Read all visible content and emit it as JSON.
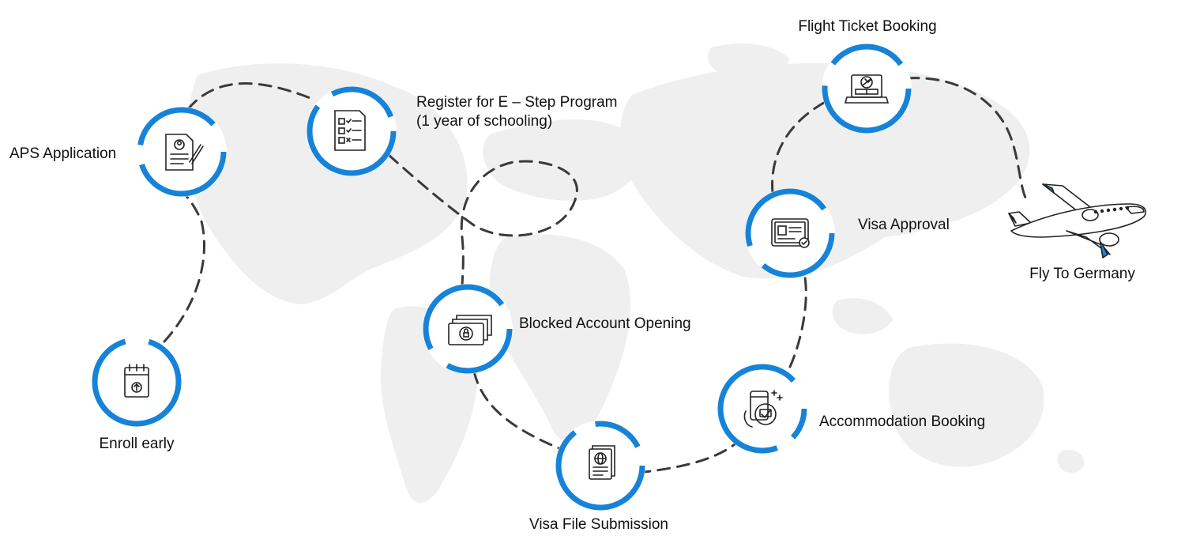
{
  "colors": {
    "ring": "#1683D9",
    "path": "#3a3a3a",
    "map": "#efefef",
    "icon": "#222222",
    "text": "#111111"
  },
  "steps": [
    {
      "id": "enroll",
      "label": "Enroll early",
      "icon": "notepad-upload-icon"
    },
    {
      "id": "aps",
      "label": "APS Application",
      "icon": "document-profile-icon"
    },
    {
      "id": "estep",
      "label": "Register for E – Step Program",
      "label2": "(1 year of schooling)",
      "icon": "checklist-icon"
    },
    {
      "id": "blocked",
      "label": "Blocked Account Opening",
      "icon": "locked-money-icon"
    },
    {
      "id": "visafile",
      "label": "Visa File Submission",
      "icon": "passport-icon"
    },
    {
      "id": "accommodation",
      "label": "Accommodation Booking",
      "icon": "hotel-booking-icon"
    },
    {
      "id": "visaapproval",
      "label": "Visa Approval",
      "icon": "visa-card-approved-icon"
    },
    {
      "id": "flight",
      "label": "Flight Ticket Booking",
      "icon": "laptop-flight-icon"
    }
  ],
  "destination": {
    "label": "Fly To Germany",
    "icon": "airplane-icon"
  }
}
